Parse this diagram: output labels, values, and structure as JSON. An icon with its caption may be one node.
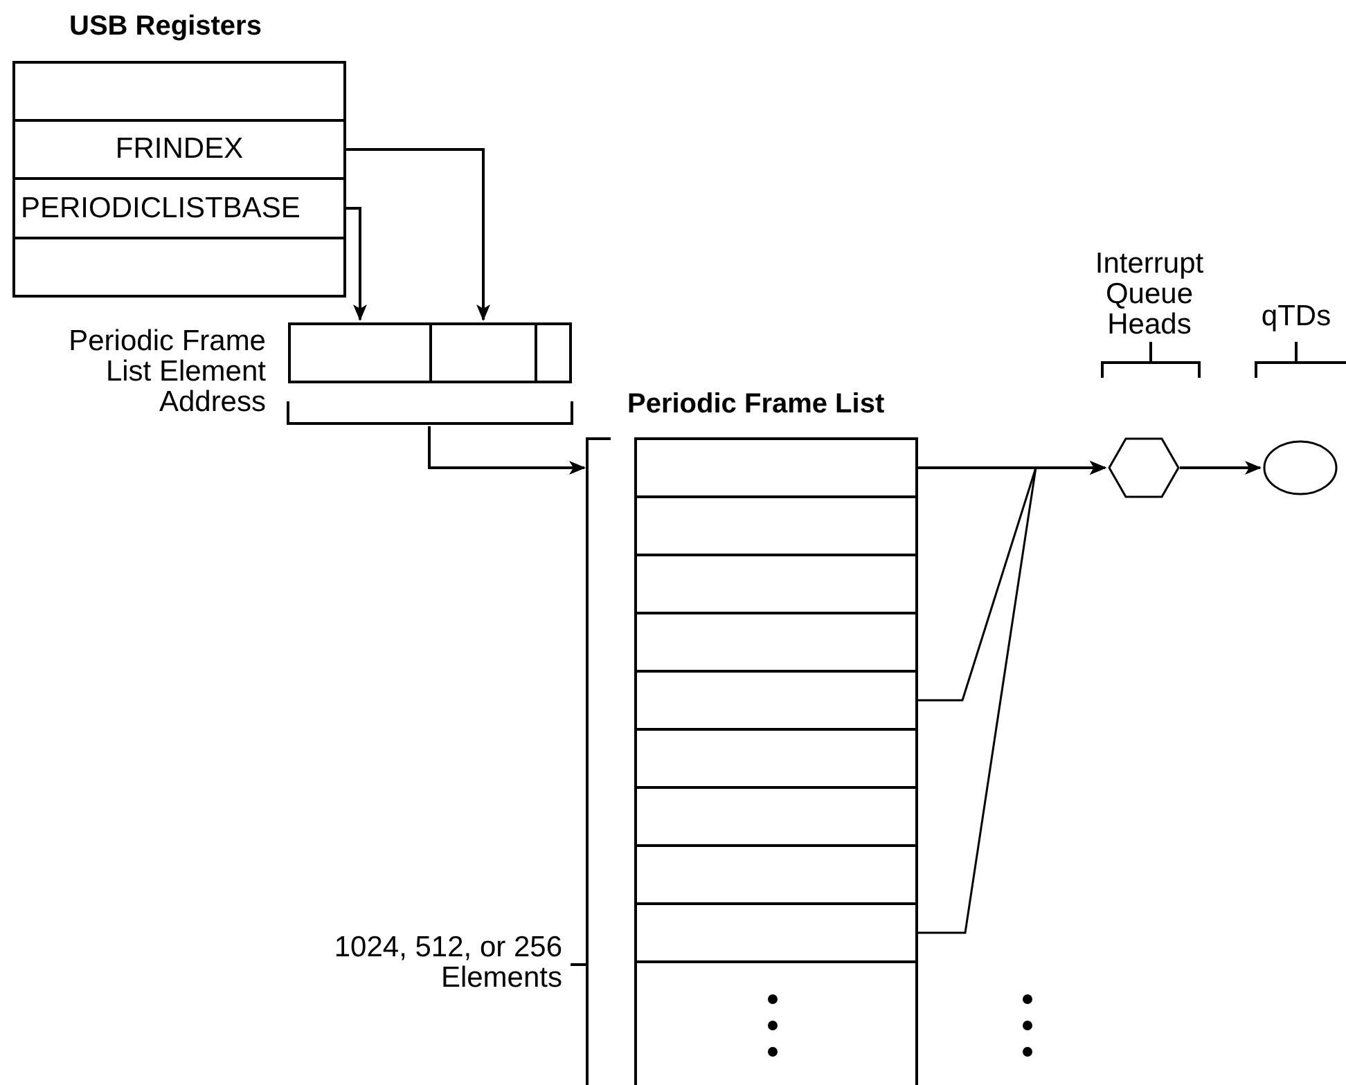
{
  "diagram": {
    "nodes": [
      {
        "text": [
          "USB Registers"
        ]
      },
      {
        "text": [],
        "shape": "box",
        "in": 0
      },
      {
        "text": [
          "FRINDEX"
        ],
        "in": 0
      },
      {
        "text": [
          "PERIODICLISTBASE"
        ],
        "in": 0
      },
      {
        "text": [],
        "shape": "box",
        "in": 0
      },
      {
        "text": [
          "Periodic Frame List Element Address"
        ]
      },
      {
        "text": [],
        "shape": "box",
        "in": 5
      },
      {
        "text": [],
        "shape": "box",
        "in": 5
      },
      {
        "text": [],
        "shape": "box",
        "in": 5
      },
      {
        "text": [
          "Periodic Frame List"
        ],
        "beside": [
          "1024, 512, or 256 Elements"
        ]
      },
      {
        "text": [],
        "shape": "box",
        "in": 9
      },
      {
        "text": [],
        "shape": "box",
        "in": 9
      },
      {
        "text": [],
        "shape": "box",
        "in": 9
      },
      {
        "text": [],
        "shape": "box",
        "in": 9
      },
      {
        "text": [],
        "shape": "box",
        "in": 9
      },
      {
        "text": [],
        "shape": "box",
        "in": 9
      },
      {
        "text": [],
        "shape": "box",
        "in": 9
      },
      {
        "text": [],
        "shape": "box",
        "in": 9
      },
      {
        "text": [],
        "shape": "box",
        "in": 9
      },
      {
        "text": [],
        "shape": "box",
        "in": 9
      },
      {
        "text": [],
        "shape": "hexagon",
        "beside": [
          "Interrupt Queue Heads"
        ]
      },
      {
        "text": [],
        "shape": "ellipse",
        "beside": [
          "qTDs"
        ]
      }
    ],
    "edges": [
      {
        "from": 2,
        "to": 7,
        "arrow": "to"
      },
      {
        "from": 3,
        "to": 6,
        "arrow": "to"
      },
      {
        "from": 5,
        "to": 9,
        "arrow": "to"
      },
      {
        "from": 10,
        "to": 20,
        "arrow": "to"
      },
      {
        "from": 14,
        "to": 20,
        "arrow": "to"
      },
      {
        "from": 18,
        "to": 20,
        "arrow": "to"
      },
      {
        "from": 20,
        "to": 21,
        "arrow": "to"
      }
    ]
  }
}
